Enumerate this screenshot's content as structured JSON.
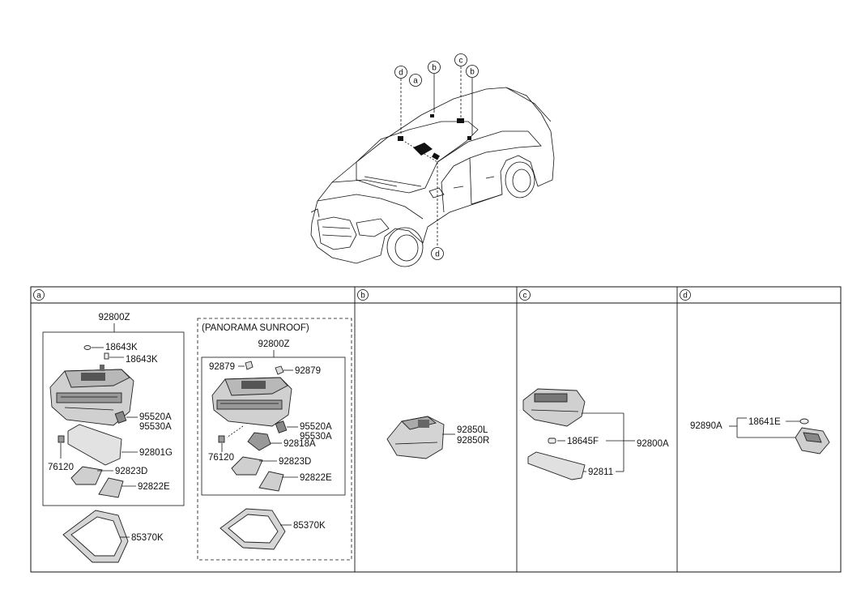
{
  "top_callouts": {
    "d_left": "d",
    "a": "a",
    "b_left": "b",
    "c": "c",
    "b_right": "b",
    "d_bottom": "d"
  },
  "sections": {
    "a": {
      "tag": "a",
      "assembly": "92800Z",
      "parts": {
        "bulb1": "18643K",
        "bulb2": "18643K",
        "p95520": "95520A",
        "p95530": "95530A",
        "lens": "92801G",
        "p76120": "76120",
        "p92823": "92823D",
        "p92822": "92822E",
        "bezel": "85370K"
      },
      "sunroof": {
        "title": "(PANORAMA SUNROOF)",
        "assembly": "92800Z",
        "p92879_left": "92879",
        "p92879_right": "92879",
        "p95520": "95520A",
        "p95530": "95530A",
        "p92818": "92818A",
        "p76120": "76120",
        "p92823": "92823D",
        "p92822": "92822E",
        "bezel": "85370K"
      }
    },
    "b": {
      "tag": "b",
      "part_l": "92850L",
      "part_r": "92850R"
    },
    "c": {
      "tag": "c",
      "bulb": "18645F",
      "assembly": "92800A",
      "lens": "92811"
    },
    "d": {
      "tag": "d",
      "assembly": "92890A",
      "bulb": "18641E"
    }
  },
  "colors": {
    "line": "#111111",
    "part_fill": "#dcdcdc",
    "part_dark": "#555555"
  }
}
